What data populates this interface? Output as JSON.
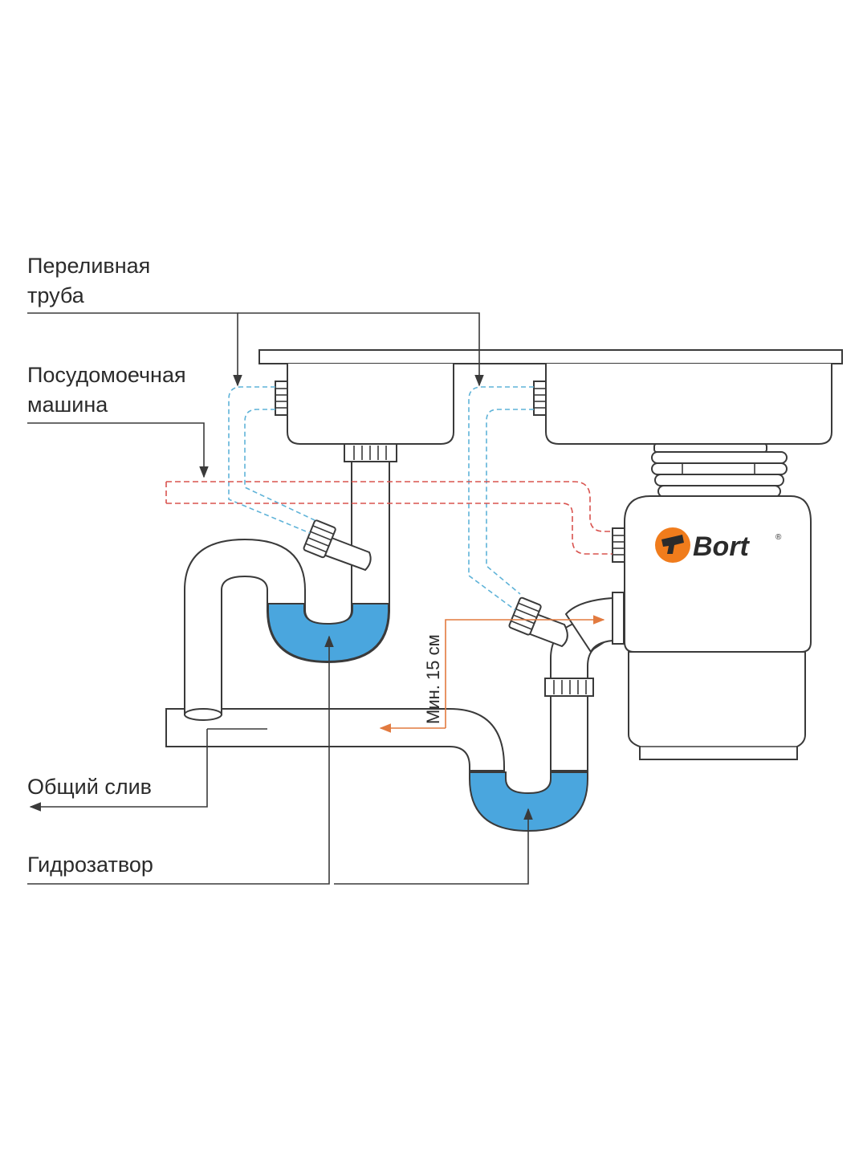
{
  "labels": {
    "overflow_pipe": [
      "Переливная",
      "труба"
    ],
    "dishwasher": [
      "Посудомоечная",
      "машина"
    ],
    "common_drain": "Общий слив",
    "water_seal": "Гидрозатвор",
    "min_height": "Мин. 15 см"
  },
  "brand": {
    "name": "Bort",
    "registered": "®"
  },
  "colors": {
    "outline": "#3a3a3a",
    "water": "#4aa6de",
    "overflow_dashed": "#5fb3d8",
    "dishwasher_dashed": "#d9534f",
    "dimension": "#e27a3f",
    "brand_orange": "#f07c1c"
  }
}
